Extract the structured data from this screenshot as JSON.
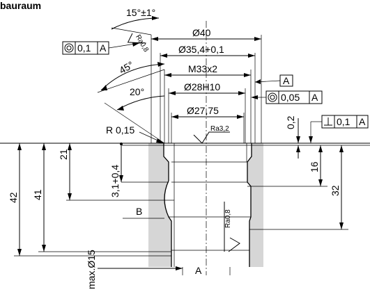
{
  "title": "bauraum",
  "dimensions": {
    "angle_top": "15°±1°",
    "dia_40": "Ø40",
    "dia_35": "Ø35,4+0,1",
    "thread": "M33x2",
    "dia_28": "Ø28H10",
    "dia_27": "Ø27,75",
    "angle_45": "45°",
    "angle_20": "20°",
    "radius": "R 0,15",
    "h42": "42",
    "h41": "41",
    "h21": "21",
    "h31": "3,1+0,4",
    "h02": "0,2",
    "h16": "16",
    "h32": "32",
    "max15": "max.Ø15"
  },
  "roughness": {
    "ra08_top": "Ra0,8",
    "ra32": "Ra3,2",
    "ra08_side": "Ra0,8"
  },
  "tolerance_frames": {
    "concentric_left": {
      "symbol": "◎",
      "value": "0,1",
      "datum": "A"
    },
    "concentric_right": {
      "symbol": "◎",
      "value": "0,05",
      "datum": "A"
    },
    "perpendicular": {
      "symbol": "⊥",
      "value": "0,1",
      "datum": "A"
    },
    "datum_box": "A"
  },
  "labels": {
    "section_b": "B",
    "axis_a": "A"
  }
}
